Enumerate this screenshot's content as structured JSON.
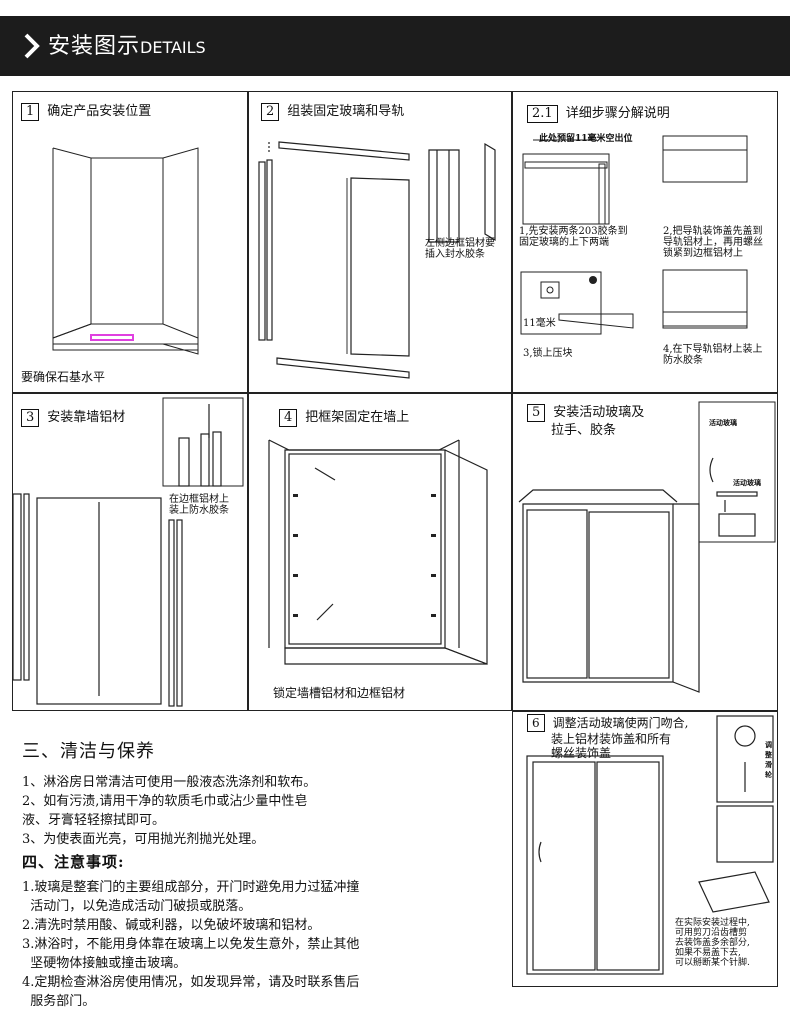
{
  "header": {
    "title_cn": "安装图示",
    "title_en": "DETAILS"
  },
  "step1": {
    "num": "1",
    "title": "确定产品安装位置",
    "caption": "要确保石基水平"
  },
  "step2": {
    "num": "2",
    "title": "组装固定玻璃和导轨",
    "caption": "左侧边框铝材要\n插入封水胶条"
  },
  "step21": {
    "num": "2.1",
    "title": "详细步骤分解说明",
    "gap_label": "此处预留11毫米空出位",
    "cap1": "1,先安装两条203胶条到\n固定玻璃的上下两端",
    "cap2": "2,把导轨装饰盖先盖到\n导轨铝材上，再用螺丝\n锁紧到边框铝材上",
    "mm_label": "11毫米",
    "cap3": "3,锁上压块",
    "cap4": "4,在下导轨铝材上装上\n防水胶条"
  },
  "step3": {
    "num": "3",
    "title": "安装靠墙铝材",
    "caption": "在边框铝材上\n装上防水胶条"
  },
  "step4": {
    "num": "4",
    "title": "把框架固定在墙上",
    "caption": "锁定墙槽铝材和边框铝材"
  },
  "step5": {
    "num": "5",
    "title_line1": "安装活动玻璃及",
    "title_line2": "拉手、胶条",
    "tag1": "活动玻璃",
    "tag2": "活动玻璃"
  },
  "step6": {
    "num": "6",
    "title_line1": "调整活动玻璃使两门吻合,",
    "title_line2": "装上铝材装饰盖和所有",
    "title_line3": "螺丝装饰盖",
    "side_label": "调整滑轮",
    "caption": "在实际安装过程中,\n可用剪刀沿齿槽剪\n去装饰盖多余部分,\n如果不易盖下去,\n可以掰断某个针脚."
  },
  "cleaning": {
    "heading": "三、清洁与保养",
    "items": [
      "1、淋浴房日常清洁可使用一般液态洗涤剂和软布。",
      "2、如有污渍,请用干净的软质毛巾或沾少量中性皂",
      "液、牙膏轻轻擦拭即可。",
      "3、为使表面光亮，可用抛光剂抛光处理。"
    ]
  },
  "notes": {
    "heading": "四、注意事项:",
    "items": [
      "1.玻璃是整套门的主要组成部分，开门时避免用力过猛冲撞",
      "  活动门，以免造成活动门破损或脱落。",
      "2.清洗时禁用酸、碱或利器，以免破坏玻璃和铝材。",
      "3.淋浴时，不能用身体靠在玻璃上以免发生意外，禁止其他",
      "  坚硬物体接触或撞击玻璃。",
      "4.定期检查淋浴房使用情况，如发现异常，请及时联系售后",
      "  服务部门。"
    ]
  },
  "colors": {
    "header_bg": "#1c1c1c",
    "accent_magenta": "#e040e0"
  }
}
